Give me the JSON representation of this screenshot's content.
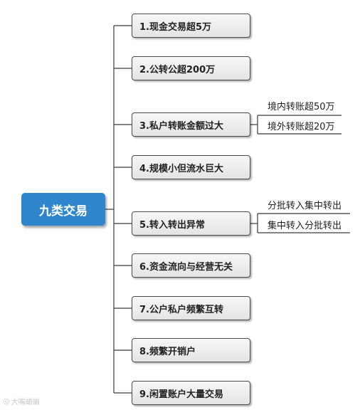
{
  "root": {
    "label": "九类交易"
  },
  "nodes": [
    {
      "label": "1.现金交易超5万"
    },
    {
      "label": "2.公转公超200万"
    },
    {
      "label": "3.私户转账金额过大"
    },
    {
      "label": "4.规模小但流水巨大"
    },
    {
      "label": "5.转入转出异常"
    },
    {
      "label": "6.资金流向与经营无关"
    },
    {
      "label": "7.公户私户频繁互转"
    },
    {
      "label": "8.频繁开销户"
    },
    {
      "label": "9.闲置账户大量交易"
    }
  ],
  "subnodes": {
    "node3": [
      "境内转账超50万",
      "境外转账超20万"
    ],
    "node5": [
      "分批转入集中转出",
      "集中转入分批转出"
    ]
  },
  "watermark": {
    "icon": "weibo-icon",
    "text": "大嘴蛐蛐"
  },
  "colors": {
    "root_fill": "#2f86cc",
    "node_border": "#4a4a4a",
    "connector": "#3a3a3a"
  }
}
